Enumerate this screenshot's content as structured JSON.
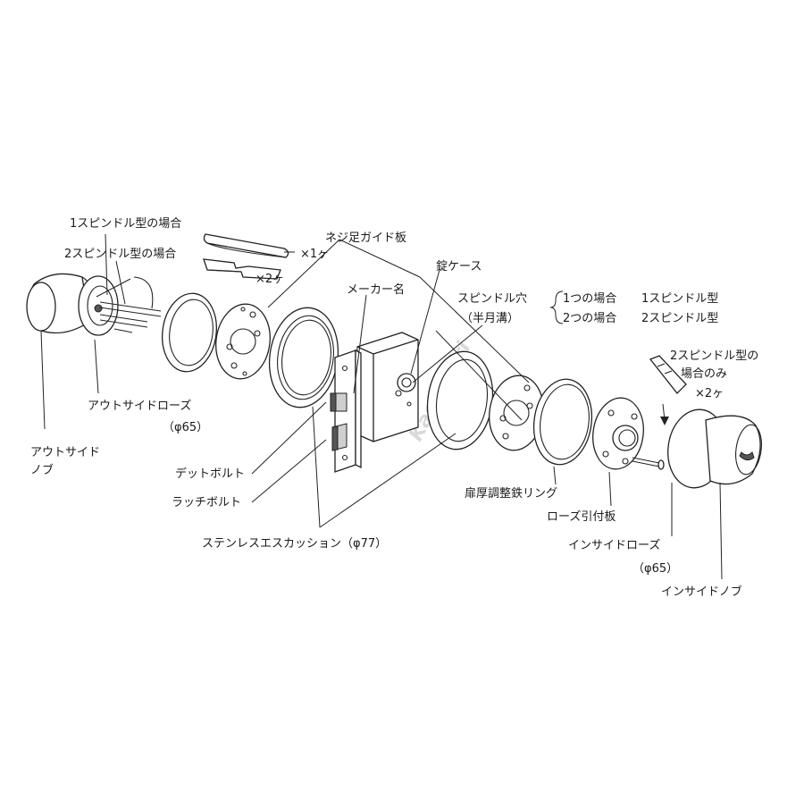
{
  "labels": {
    "spindle1_case": "1スピンドル型の場合",
    "spindle2_case": "2スピンドル型の場合",
    "qty_x1": "×1ヶ",
    "qty_x2_top": "×2ヶ",
    "screw_guide_plate": "ネジ足ガイド板",
    "lock_case": "錠ケース",
    "maker_name": "メーカー名",
    "spindle_hole": "スピンドル穴",
    "half_groove": "（半月溝）",
    "one_case": "1つの場合",
    "one_type": "1スピンドル型",
    "two_case": "2つの場合",
    "two_type": "2スピンドル型",
    "spindle2_only_line1": "2スピンドル型の",
    "spindle2_only_line2": "場合のみ",
    "qty_x2_right": "×2ヶ",
    "outside_rose": "アウトサイドローズ",
    "outside_rose_dia": "（φ65）",
    "outside_knob_line1": "アウトサイド",
    "outside_knob_line2": "ノブ",
    "dead_bolt": "デットボルト",
    "latch_bolt": "ラッチボルト",
    "stainless_escutcheon": "ステンレスエスカッション（φ77）",
    "door_thickness_ring": "扉厚調整鉄リング",
    "rose_plate": "ローズ引付板",
    "inside_rose": "インサイドローズ",
    "inside_rose_dia": "（φ65）",
    "inside_knob": "インサイドノブ"
  },
  "watermark": "Kashiwari"
}
